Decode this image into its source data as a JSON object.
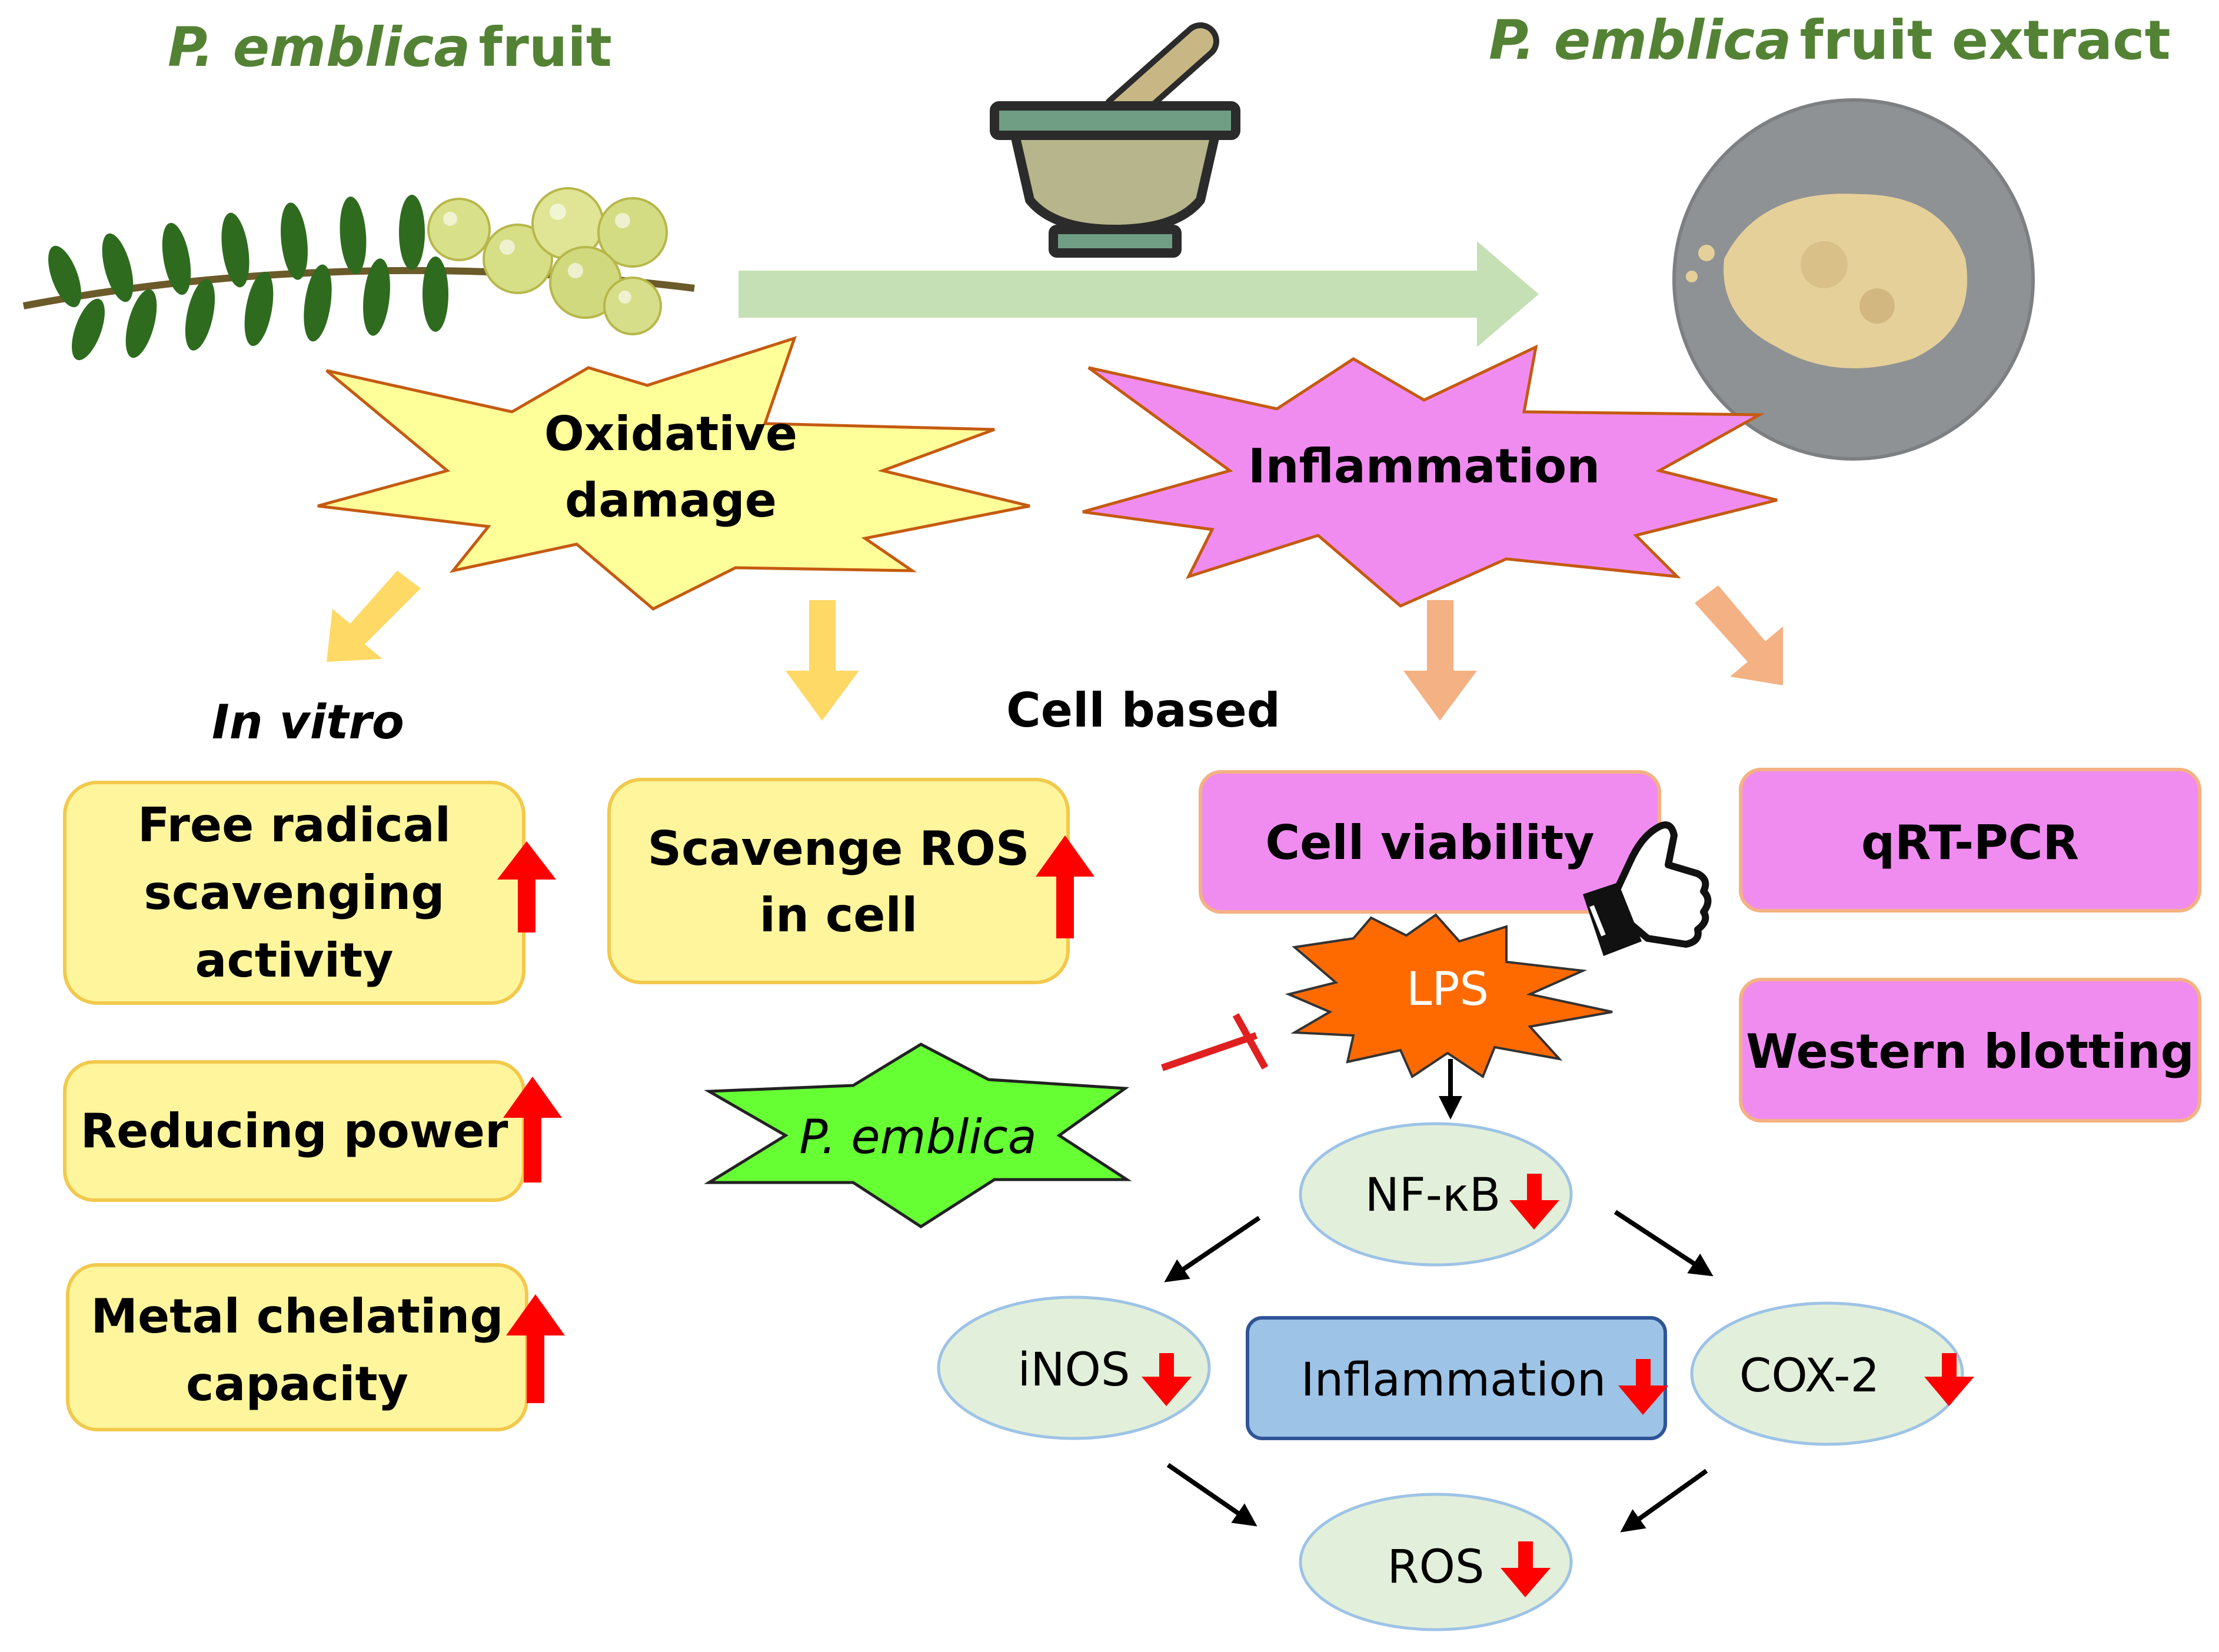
{
  "titles": {
    "fruit_italic": "P. emblica",
    "fruit_rest": "fruit",
    "extract_italic": "P. emblica",
    "extract_rest": "fruit extract"
  },
  "bursts": {
    "oxidative_line1": "Oxidative",
    "oxidative_line2": "damage",
    "inflammation": "Inflammation",
    "lps": "LPS",
    "p_emblica": "P. emblica"
  },
  "sections": {
    "in_vitro": "In vitro",
    "cell_based": "Cell based"
  },
  "in_vitro_boxes": {
    "free_radical_line1": "Free radical",
    "free_radical_line2": "scavenging",
    "free_radical_line3": "activity",
    "reducing_power": "Reducing power",
    "metal_line1": "Metal chelating",
    "metal_line2": "capacity"
  },
  "cell_boxes": {
    "scavenge_line1": "Scavenge ROS",
    "scavenge_line2": "in cell",
    "cell_viability": "Cell viability",
    "qrt_pcr": "qRT-PCR",
    "western_blotting": "Western blotting",
    "inflammation_result": "Inflammation"
  },
  "pathway": {
    "nfkb": "NF-κB",
    "inos": "iNOS",
    "cox2": "COX-2",
    "ros": "ROS"
  },
  "colors": {
    "title_green": "#548235",
    "yellow_fill": "#FFF59D",
    "yellow_stroke": "#F2C94C",
    "pink_fill": "#F08CF0",
    "pink_stroke": "#F4B183",
    "blue_fill": "#9DC3E6",
    "blue_stroke": "#2F5597",
    "ellipse_fill": "#E2EFDA",
    "ellipse_stroke": "#9DC3E6",
    "lps_fill": "#FF6A00",
    "emblica_fill": "#66FF33",
    "up_arrow": "#FF0000",
    "big_arrow": "#C5E0B4"
  },
  "icons": [
    "mortar-pestle-icon",
    "thumbs-up-icon",
    "inhibition-icon"
  ]
}
